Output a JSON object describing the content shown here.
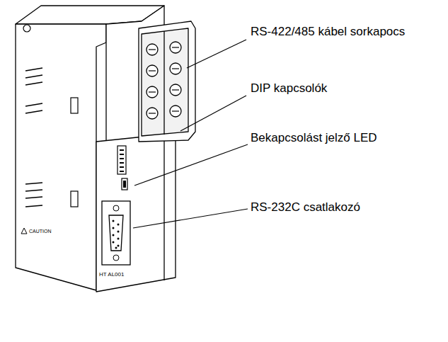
{
  "diagram": {
    "labels": [
      "RS-422/485 kábel sorkapocs",
      "DIP kapcsolók",
      "Bekapcsolást jelző LED",
      "RS-232C csatlakozó",
      "CAUTION",
      "HT AL001"
    ]
  }
}
